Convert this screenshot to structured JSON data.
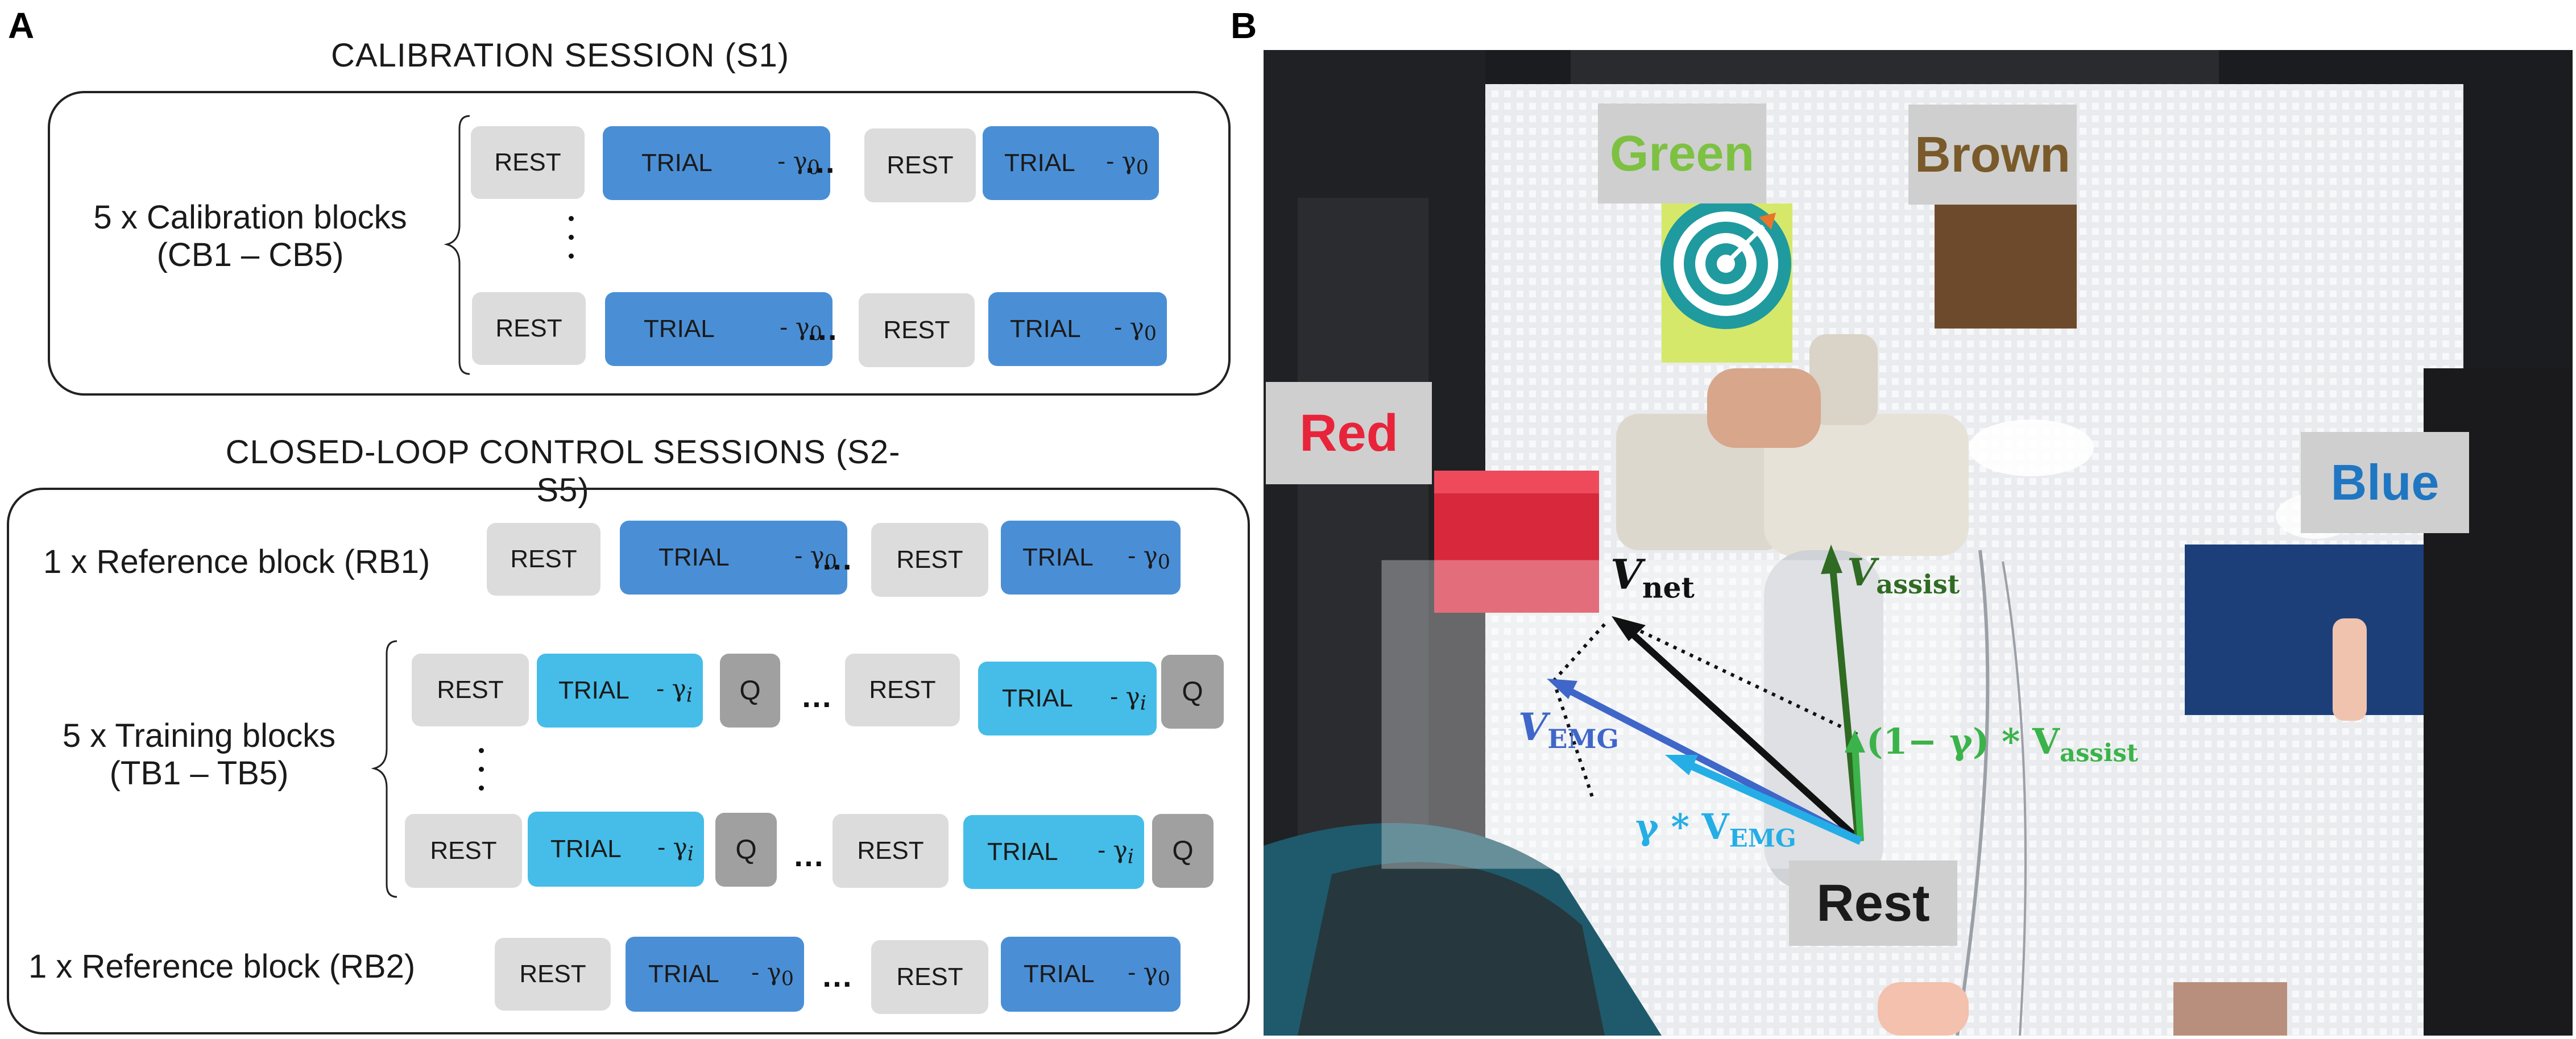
{
  "panels": {
    "a": "A",
    "b": "B"
  },
  "calibration": {
    "title": "CALIBRATION SESSION (S1)",
    "label_line1": "5 x Calibration blocks",
    "label_line2": "(CB1   – CB5)"
  },
  "closed_loop": {
    "title": "CLOSED-LOOP CONTROL SESSIONS (S2-S5)",
    "ref1": "1 x Reference block (RB1)",
    "training_line1": "5 x Training  blocks",
    "training_line2": "(TB1   – TB5)",
    "ref2": "1 x Reference block (RB2)"
  },
  "blocks": {
    "rest": "REST",
    "trial": "TRIAL",
    "q": "Q",
    "gamma0_prefix": "- γ",
    "gamma0_sub": "0",
    "gammai_prefix": "- γ",
    "gammai_sub": "i",
    "ellipsis": "…"
  },
  "photo": {
    "targets": {
      "green": "Green",
      "brown": "Brown",
      "red": "Red",
      "blue": "Blue",
      "rest": "Rest"
    },
    "vectors": {
      "v_net": "V",
      "v_net_sub": "net",
      "v_assist": "V",
      "v_assist_sub": "assist",
      "v_emg": "V",
      "v_emg_sub": "EMG",
      "scaled_assist_prefix": "(1− γ) * V",
      "scaled_assist_sub": "assist",
      "scaled_emg_prefix": "γ * V",
      "scaled_emg_sub": "EMG"
    }
  },
  "colors": {
    "trial_gamma0": "#4a8fd6",
    "trial_gammai": "#45bde8",
    "rest": "#dcdcdc",
    "q": "#a0a0a0",
    "green_label": "#7dc142",
    "brown_label": "#7a5a2a",
    "red_label": "#e8243a",
    "blue_label": "#1f76c2",
    "v_assist": "#2f6b22",
    "scaled_assist": "#3bb34a",
    "v_emg": "#3f66c9",
    "scaled_emg": "#25aee6",
    "v_net": "#111111"
  }
}
